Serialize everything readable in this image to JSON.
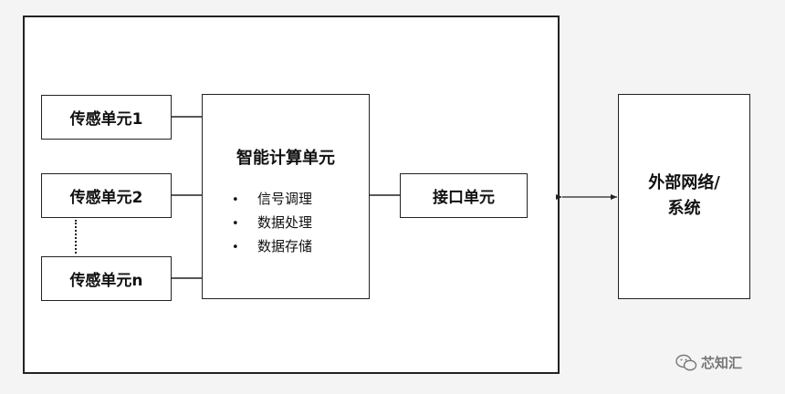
{
  "sensors": [
    "传感单元1",
    "传感单元2",
    "传感单元n"
  ],
  "compute": {
    "title": "智能计算单元",
    "items": [
      "信号调理",
      "数据处理",
      "数据存储"
    ]
  },
  "interface": "接口单元",
  "external": {
    "line1": "外部网络/",
    "line2": "系统"
  },
  "watermark": "芯知汇",
  "icon": "wechat-icon"
}
